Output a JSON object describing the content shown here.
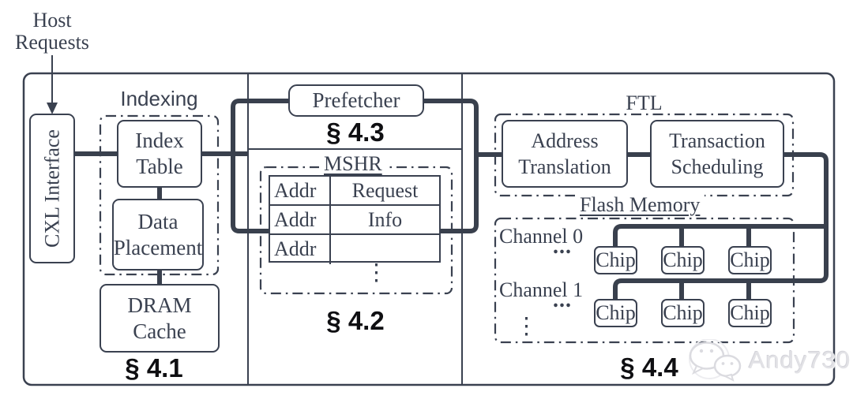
{
  "colors": {
    "line": "#3a4150",
    "text": "#3a4150",
    "section_label": "#0f0f12",
    "watermark": "#e2e2e6"
  },
  "host": {
    "label": "Host Requests"
  },
  "cxl": {
    "label": "CXL Interface"
  },
  "left": {
    "group_label": "Indexing",
    "index_table": "Index Table",
    "data_placement": "Data Placement",
    "dram_cache": "DRAM Cache",
    "section": "§ 4.1"
  },
  "middle": {
    "prefetcher": "Prefetcher",
    "prefetcher_section": "§ 4.3",
    "mshr": {
      "label": "MSHR",
      "rows": [
        {
          "addr": "Addr",
          "info": "Request"
        },
        {
          "addr": "Addr",
          "info": "Info"
        },
        {
          "addr": "Addr",
          "info": ""
        }
      ],
      "ellipsis": "⋮",
      "section": "§ 4.2"
    }
  },
  "right": {
    "ftl": {
      "label": "FTL",
      "address_translation": "Address Translation",
      "transaction_scheduling": "Transaction Scheduling"
    },
    "flash": {
      "label": "Flash Memory",
      "channels": [
        {
          "name": "Channel 0",
          "dots": "...",
          "chips": [
            "Chip",
            "Chip",
            "Chip"
          ]
        },
        {
          "name": "Channel 1",
          "dots": "...",
          "chips": [
            "Chip",
            "Chip",
            "Chip"
          ]
        }
      ],
      "ellipsis": "⋮",
      "section": "§ 4.4"
    }
  },
  "watermark": {
    "label": "Andy730",
    "icon": "wechat-icon"
  }
}
